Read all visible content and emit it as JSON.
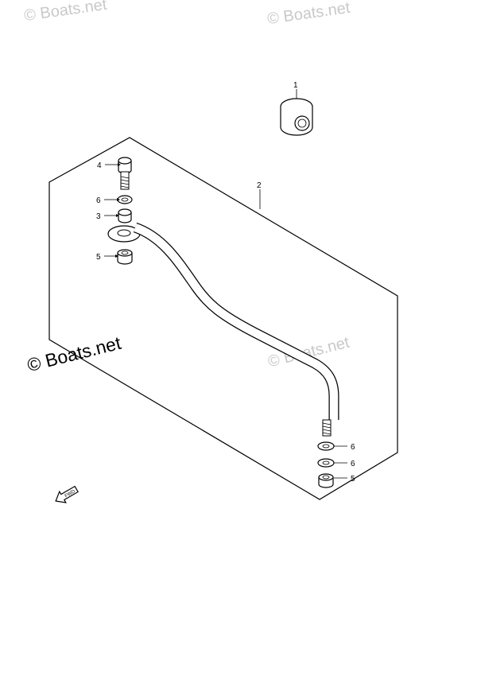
{
  "watermarks": {
    "top_left": "© Boats.net",
    "top_right": "© Boats.net",
    "middle_right": "© Boats.net",
    "main": "© Boats.net"
  },
  "callouts": {
    "part_1": "1",
    "part_2": "2",
    "part_4": "4",
    "part_6_top": "6",
    "part_3": "3",
    "part_5_top": "5",
    "part_6_bottom_a": "6",
    "part_6_bottom_b": "6",
    "part_5_bottom": "5"
  },
  "fwd_label": "FWD",
  "colors": {
    "line": "#000000",
    "watermark": "#c9c9c9",
    "background": "#ffffff"
  }
}
